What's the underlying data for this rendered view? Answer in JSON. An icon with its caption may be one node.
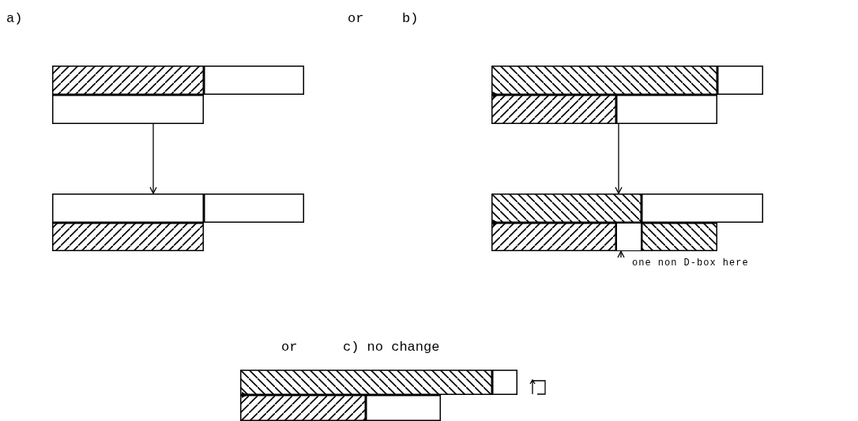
{
  "diagram": {
    "nodes": [
      {
        "text": [],
        "shape": "bar"
      },
      {
        "text": [],
        "shape": "bar"
      },
      {
        "text": [],
        "shape": "bar"
      },
      {
        "text": [],
        "shape": "bar"
      },
      {
        "text": [],
        "shape": "bar"
      },
      {
        "text": [
          "one non D-box here"
        ]
      },
      {
        "text": [],
        "shape": "box",
        "in": 3
      }
    ],
    "edges": [
      {
        "from": 0,
        "to": 1,
        "arrow": "to"
      },
      {
        "from": 2,
        "to": 3,
        "arrow": "to"
      },
      {
        "from": 5,
        "to": 6,
        "arrow": "to"
      }
    ],
    "labels": [
      "a)",
      "or",
      "b)",
      "or",
      "c) no change"
    ]
  }
}
